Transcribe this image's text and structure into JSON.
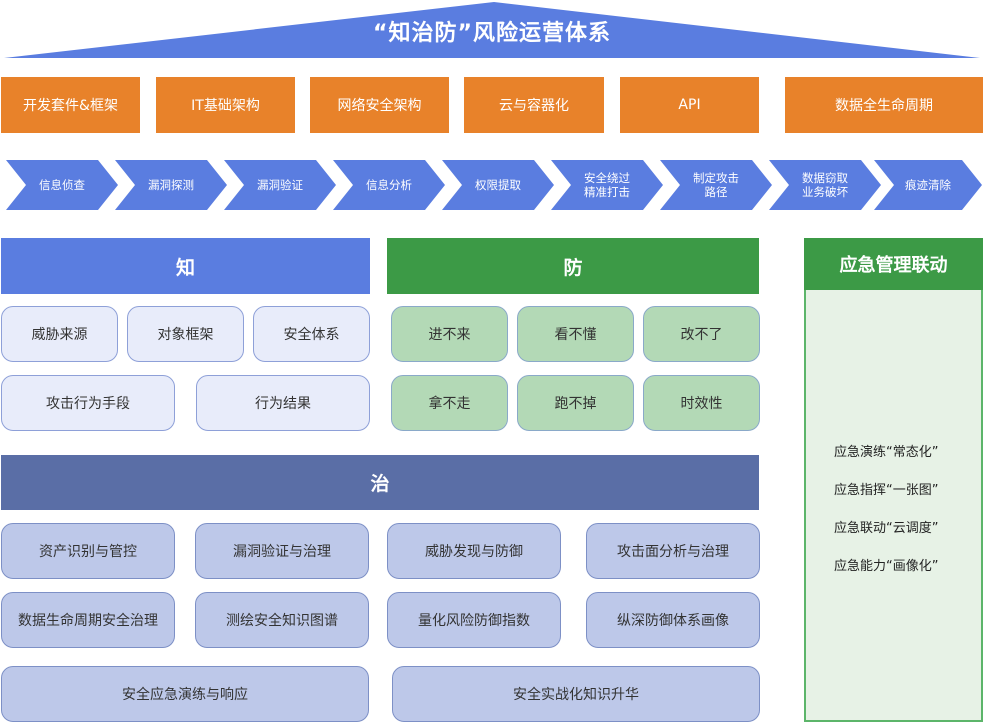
{
  "title": "“知治防”风险运营体系",
  "top_bar": [
    "开发套件&框架",
    "IT基础架构",
    "网络安全架构",
    "云与容器化",
    "API",
    "数据全生命周期"
  ],
  "kill_chain": [
    [
      "信息侦查"
    ],
    [
      "漏洞探测"
    ],
    [
      "漏洞验证"
    ],
    [
      "信息分析"
    ],
    [
      "权限提取"
    ],
    [
      "安全绕过",
      "精准打击"
    ],
    [
      "制定攻击",
      "路径"
    ],
    [
      "数据窃取",
      "业务破坏"
    ],
    [
      "痕迹清除"
    ]
  ],
  "zhi": {
    "header": "知",
    "row1": [
      "威胁来源",
      "对象框架",
      "安全体系"
    ],
    "row2": [
      "攻击行为手段",
      "行为结果"
    ]
  },
  "fang": {
    "header": "防",
    "row1": [
      "进不来",
      "看不懂",
      "改不了"
    ],
    "row2": [
      "拿不走",
      "跑不掉",
      "时效性"
    ]
  },
  "zhi_govern": {
    "header": "治",
    "row1": [
      "资产识别与管控",
      "漏洞验证与治理",
      "威胁发现与防御",
      "攻击面分析与治理"
    ],
    "row2": [
      "数据生命周期安全治理",
      "测绘安全知识图谱",
      "量化风险防御指数",
      "纵深防御体系画像"
    ],
    "row3": [
      "安全应急演练与响应",
      "安全实战化知识升华"
    ]
  },
  "emergency": {
    "header": "应急管理联动",
    "items": [
      "应急演练“常态化”",
      "应急指挥“一张图”",
      "应急联动“云调度”",
      "应急能力“画像化”"
    ]
  },
  "colors": {
    "roof": "#5a7de0",
    "orange": "#e8822a",
    "chevron": "#5a7de0",
    "zhi": "#5a7de0",
    "fang": "#3c9a46",
    "govern": "#5a6ea6"
  }
}
